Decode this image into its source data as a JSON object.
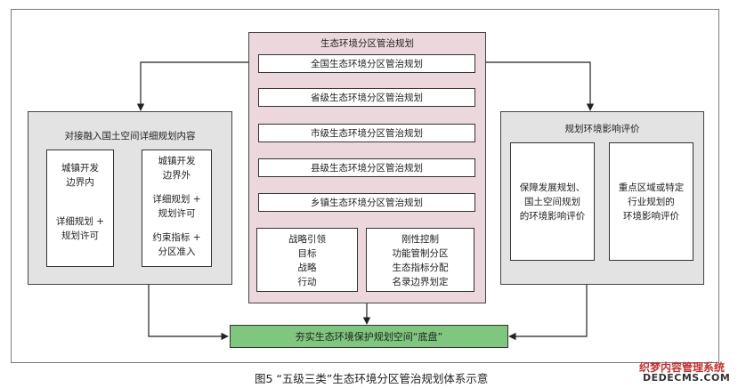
{
  "center": {
    "title": "生态环境分区管治规划",
    "levels": [
      "全国生态环境分区管治规划",
      "省级生态环境分区管治规划",
      "市级生态环境分区管治规划",
      "县级生态环境分区管治规划",
      "乡镇生态环境分区管治规划"
    ],
    "left_box": [
      "战略引领",
      "目标",
      "战略",
      "行动"
    ],
    "right_box": [
      "刚性控制",
      "功能管制分区",
      "生态指标分配",
      "名录边界划定"
    ]
  },
  "left": {
    "title": "对接融入国土空间详细规划内容",
    "inner": {
      "line1": "城镇开发",
      "line2": "边界内",
      "line3": "详细规划 +",
      "line4": "规划许可"
    },
    "outer": {
      "line1": "城镇开发",
      "line2": "边界外",
      "line3": "详细规划 +",
      "line4": "规划许可",
      "line5": "约束指标 +",
      "line6": "分区准入"
    }
  },
  "right": {
    "title": "规划环境影响评价",
    "box1": [
      "保障发展规划、",
      "国土空间规划",
      "的环境影响评价"
    ],
    "box2": [
      "重点区域或特定",
      "行业规划的",
      "环境影响评价"
    ]
  },
  "bottom": {
    "label": "夯实生态环境保护规划空间“底盘”"
  },
  "caption": "图5 “五级三类”生态环境分区管治规划体系示意",
  "watermark": {
    "line1": "织梦内容管理系统",
    "line2": "DEDECMS.COM"
  }
}
